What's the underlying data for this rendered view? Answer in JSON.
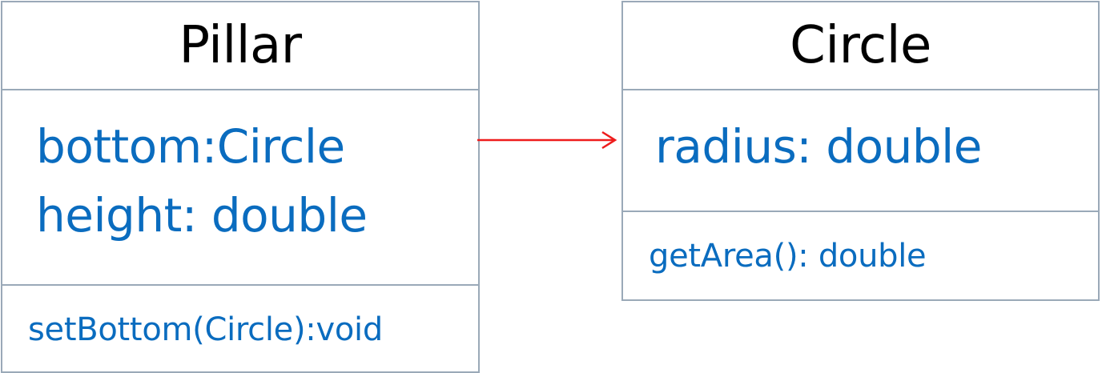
{
  "classes": {
    "pillar": {
      "name": "Pillar",
      "attributes": [
        "bottom:Circle",
        "height: double"
      ],
      "methods": [
        "setBottom(Circle):void"
      ]
    },
    "circle": {
      "name": "Circle",
      "attributes": [
        "radius: double"
      ],
      "methods": [
        "getArea(): double"
      ]
    }
  },
  "colors": {
    "border": "#9aa9b8",
    "member_text": "#0a6cbf",
    "name_text": "#000000",
    "arrow": "#ee1c1c"
  }
}
